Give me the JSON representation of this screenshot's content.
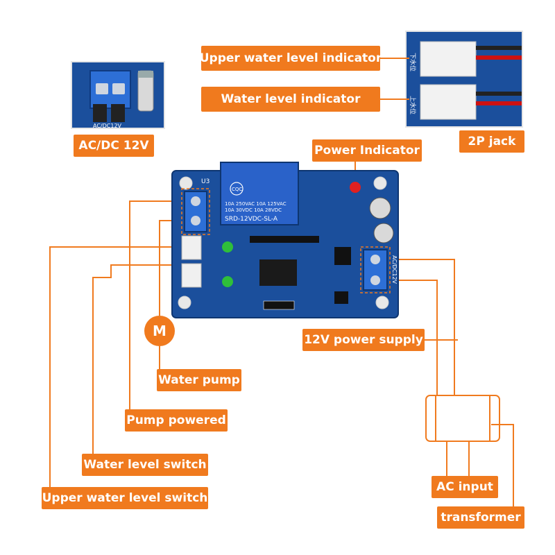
{
  "labels": {
    "upper_indicator": "Upper water level indicator",
    "water_indicator": "Water level indicator",
    "acdc": "AC/DC 12V",
    "jack": "2P jack",
    "power_indicator": "Power Indicator",
    "power_supply": "12V power supply",
    "water_pump": "Water pump",
    "pump_powered": "Pump powered",
    "level_switch": "Water level switch",
    "upper_switch": "Upper water level switch",
    "ac_input": "AC input",
    "transformer": "transformer"
  },
  "motor_symbol": "M",
  "board_text": {
    "relay_model": "SRD-12VDC-SL-A",
    "relay_rating_1": "10A 250VAC  10A 125VAC",
    "relay_rating_2": "10A 30VDC   10A 28VDC",
    "relay_brand": "CQC",
    "u3": "U3",
    "acdc_silk": "AC/DC12V",
    "inset_silk": "AC/DC12V",
    "jack_silk_1": "下水位",
    "jack_silk_2": "上水位"
  },
  "colors": {
    "accent": "#f07a1e",
    "pcb": "#1b4f9c",
    "terminal": "#2d6fd6",
    "relay": "#2a62c9",
    "led_red": "#e02020",
    "led_green": "#2fbf3a"
  }
}
